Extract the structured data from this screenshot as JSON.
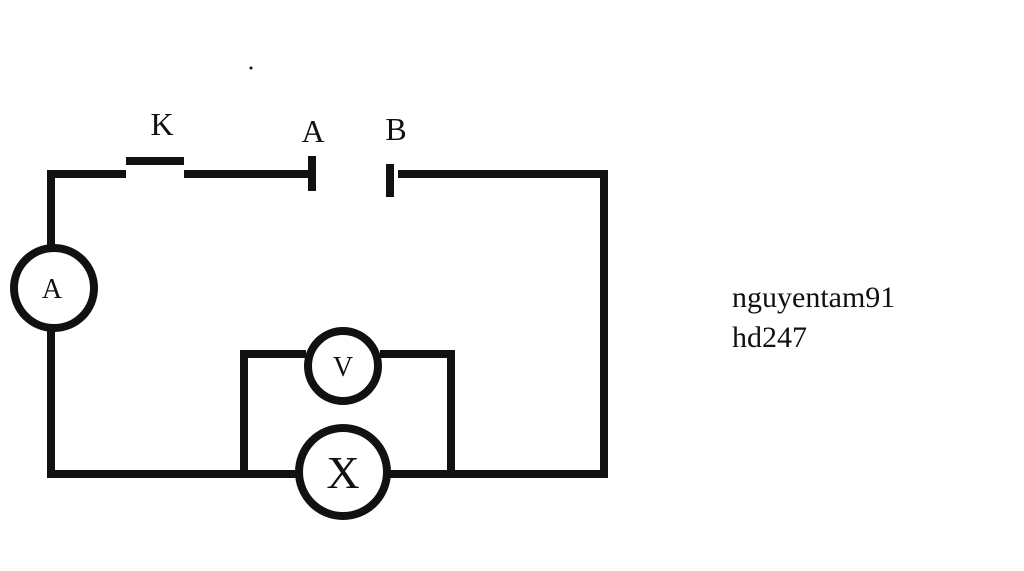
{
  "diagram": {
    "labels": {
      "switch": "K",
      "terminal_a": "A",
      "terminal_b": "B",
      "ammeter": "A",
      "voltmeter": "V",
      "element_x": "X"
    },
    "watermark": {
      "line1": "nguyentam91",
      "line2": "hd247"
    },
    "colors": {
      "stroke": "#111111",
      "background": "#ffffff"
    }
  }
}
